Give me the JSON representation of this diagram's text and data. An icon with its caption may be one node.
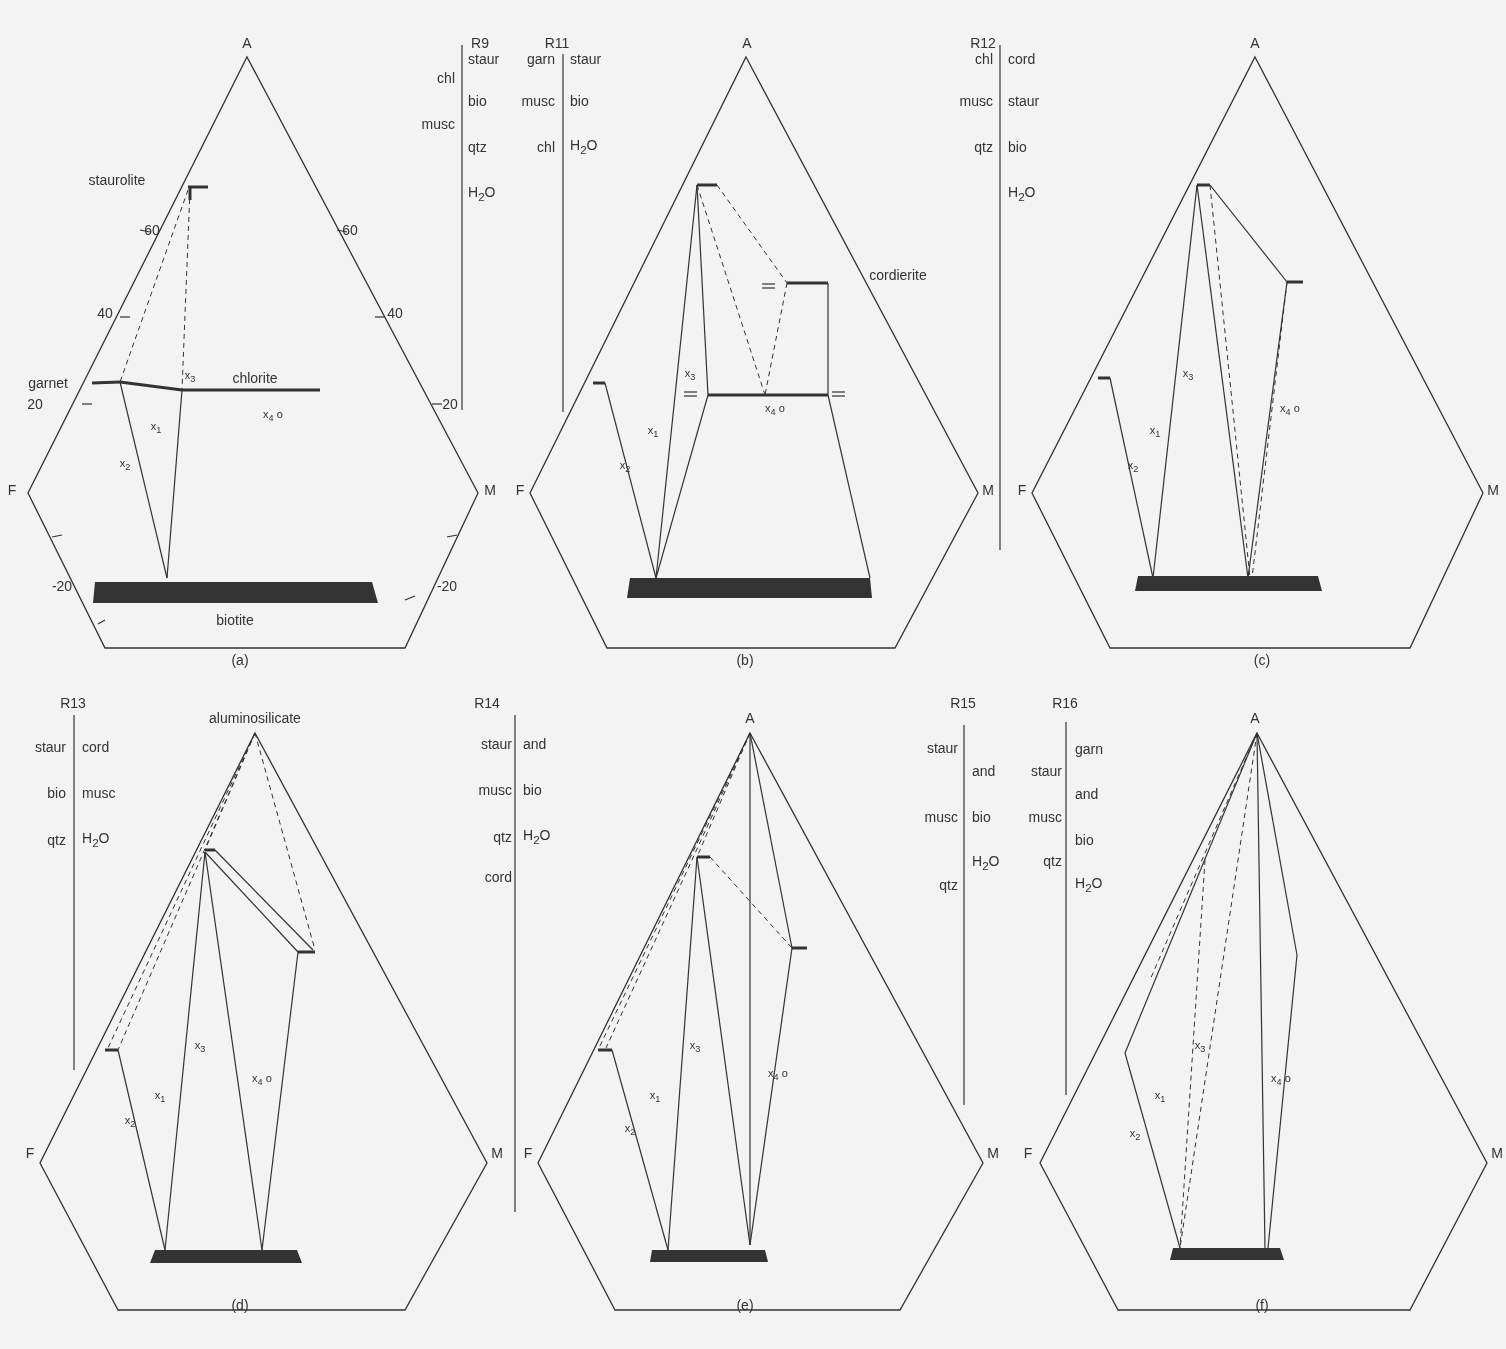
{
  "diagram": {
    "labels": [
      "A",
      "staurolite",
      "60",
      "60",
      "40",
      "40",
      "garnet",
      "x$_{3}$",
      "chlorite",
      "20",
      "20",
      "x$_{1}$",
      "x$_{4}$ o",
      "x$_{2}$",
      "F",
      "M",
      "-20",
      "-20",
      "biotite",
      "(a)",
      "R9",
      "chl",
      "musc",
      "staur",
      "bio",
      "qtz",
      "H$_{2}$O",
      "R11",
      "garn",
      "musc",
      "chl",
      "staur",
      "bio",
      "H$_{2}$O",
      "A",
      "cordierite",
      "x$_{3}$",
      "x$_{1}$",
      "x$_{4}$ o",
      "x$_{2}$",
      "F",
      "M",
      "(b)",
      "R12",
      "chl",
      "musc",
      "qtz",
      "cord",
      "staur",
      "bio",
      "H$_{2}$O",
      "A",
      "x$_{3}$",
      "x$_{1}$",
      "x$_{4}$ o",
      "x$_{2}$",
      "F",
      "M",
      "(c)",
      "R13",
      "staur",
      "bio",
      "qtz",
      "cord",
      "musc",
      "H$_{2}$O",
      "aluminosilicate",
      "x$_{3}$",
      "x$_{1}$",
      "x$_{4}$ o",
      "x$_{2}$",
      "F",
      "M",
      "(d)",
      "R14",
      "staur",
      "musc",
      "qtz",
      "cord",
      "and",
      "bio",
      "H$_{2}$O",
      "A",
      "x$_{3}$",
      "x$_{1}$",
      "x$_{4}$ o",
      "x$_{2}$",
      "F",
      "M",
      "(e)",
      "R15",
      "staur",
      "musc",
      "qtz",
      "and",
      "bio",
      "H$_{2}$O",
      "R16",
      "staur",
      "musc",
      "qtz",
      "garn",
      "and",
      "bio",
      "H$_{2}$O",
      "A",
      "x$_{3}$",
      "x$_{1}$",
      "x$_{4}$ o",
      "x$_{2}$",
      "F",
      "M",
      "(f)"
    ]
  }
}
